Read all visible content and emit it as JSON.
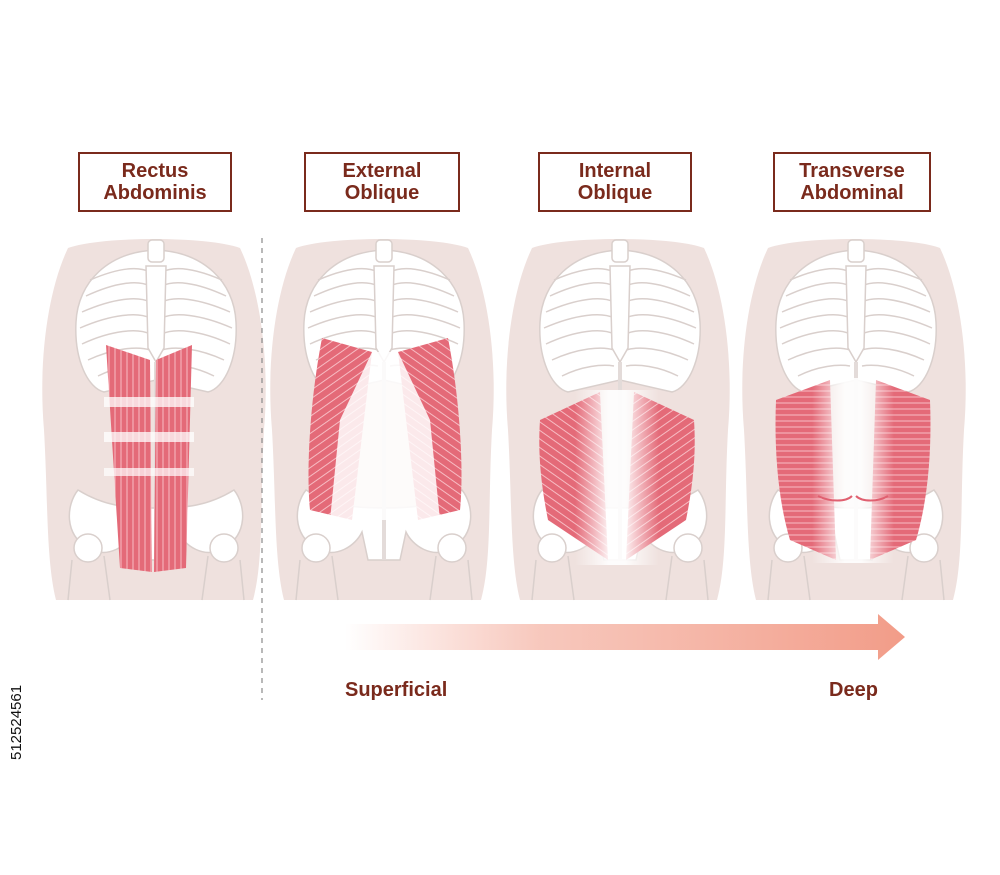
{
  "panels": [
    {
      "line1": "Rectus",
      "line2": "Abdominis"
    },
    {
      "line1": "External",
      "line2": "Oblique"
    },
    {
      "line1": "Internal",
      "line2": "Oblique"
    },
    {
      "line1": "Transverse",
      "line2": "Abdominal"
    }
  ],
  "arrow": {
    "start_label": "Superficial",
    "end_label": "Deep"
  },
  "stock_id": "512524561",
  "colors": {
    "label": "#7a2a1c",
    "muscle": "#e06070",
    "body": "#efe1de",
    "bone": "#ffffff"
  }
}
